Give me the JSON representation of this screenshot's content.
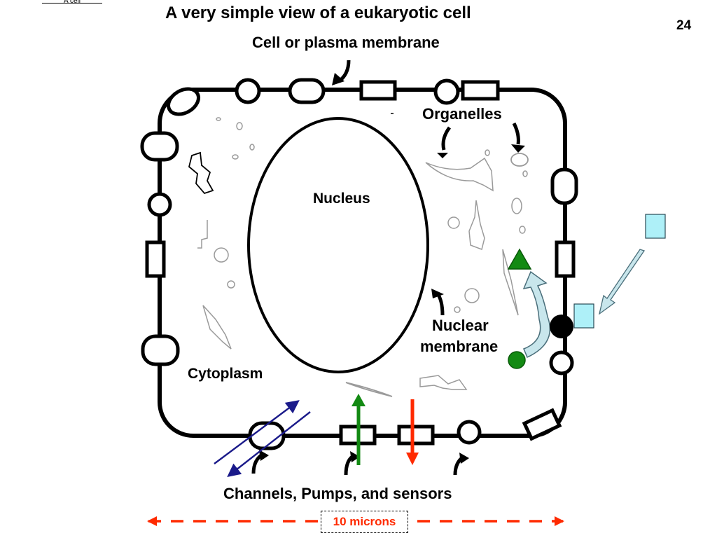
{
  "corner_label": "A cell",
  "title": "A very simple view of a eukaryotic cell",
  "slide_number": "24",
  "labels": {
    "membrane": "Cell or plasma membrane",
    "organelles": "Organelles",
    "nucleus": "Nucleus",
    "nuclear_membrane_line1": "Nuclear",
    "nuclear_membrane_line2": "membrane",
    "cytoplasm": "Cytoplasm",
    "channels": "Channels, Pumps, and sensors"
  },
  "scale": "10 microns",
  "colors": {
    "outline": "#000000",
    "green": "#138a13",
    "red": "#ff2a00",
    "navy": "#1a1a8a",
    "light_blue": "#aef0f8",
    "pale_blue": "#c8e6ec",
    "organelle": "#9a9a9a"
  }
}
